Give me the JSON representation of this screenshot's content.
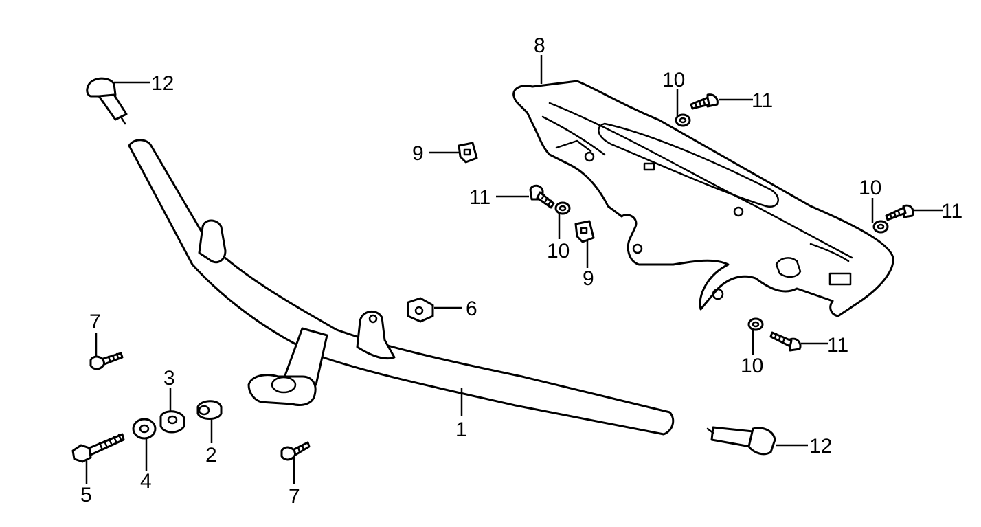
{
  "callouts": {
    "c1": "1",
    "c2": "2",
    "c3": "3",
    "c4": "4",
    "c5": "5",
    "c6": "6",
    "c7a": "7",
    "c7b": "7",
    "c8": "8",
    "c9a": "9",
    "c9b": "9",
    "c10a": "10",
    "c10b": "10",
    "c10c": "10",
    "c10d": "10",
    "c11a": "11",
    "c11b": "11",
    "c11c": "11",
    "c11d": "11",
    "c12a": "12",
    "c12b": "12"
  },
  "colors": {
    "line": "#000000",
    "background": "#ffffff"
  }
}
